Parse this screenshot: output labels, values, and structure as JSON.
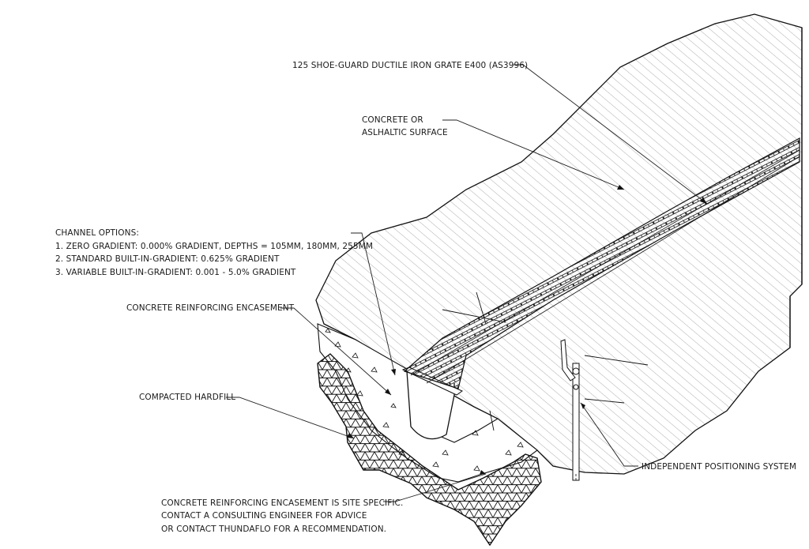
{
  "labels": {
    "grate": "125 SHOE-GUARD DUCTILE IRON GRATE E400 (AS3996)",
    "surface_line1": "CONCRETE OR",
    "surface_line2": "ASLHALTIC SURFACE",
    "channel_options_title": "CHANNEL OPTIONS:",
    "channel_option_1": "1. ZERO GRADIENT: 0.000% GRADIENT, DEPTHS = 105MM, 180MM, 255MM",
    "channel_option_2": "2. STANDARD BUILT-IN-GRADIENT: 0.625% GRADIENT",
    "channel_option_3": "3. VARIABLE BUILT-IN-GRADIENT: 0.001 - 5.0% GRADIENT",
    "encasement": "CONCRETE REINFORCING ENCASEMENT",
    "hardfill": "COMPACTED HARDFILL",
    "positioning": "INDEPENDENT POSITIONING SYSTEM",
    "note_line1": "CONCRETE REINFORCING ENCASEMENT IS SITE SPECIFIC.",
    "note_line2": "CONTACT A CONSULTING ENGINEER FOR ADVICE",
    "note_line3": "OR CONTACT THUNDAFLO  FOR A RECOMMENDATION."
  },
  "colors": {
    "line": "#111111",
    "hatch": "#8a8a8a",
    "background": "#ffffff"
  }
}
